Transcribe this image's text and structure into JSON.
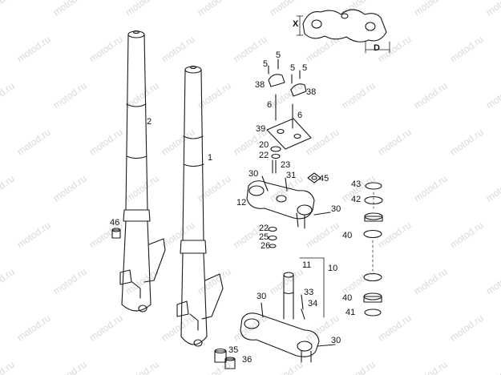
{
  "watermark": "motod.ru",
  "dimensions": {
    "x": "X",
    "d": "D"
  },
  "callouts": [
    {
      "id": "c1",
      "text": "1"
    },
    {
      "id": "c2",
      "text": "2"
    },
    {
      "id": "c46",
      "text": "46"
    },
    {
      "id": "c5a",
      "text": "5"
    },
    {
      "id": "c5b",
      "text": "5"
    },
    {
      "id": "c5c",
      "text": "5"
    },
    {
      "id": "c5d",
      "text": "5"
    },
    {
      "id": "c38a",
      "text": "38"
    },
    {
      "id": "c38b",
      "text": "38"
    },
    {
      "id": "c6a",
      "text": "6"
    },
    {
      "id": "c6b",
      "text": "6"
    },
    {
      "id": "c39",
      "text": "39"
    },
    {
      "id": "c20",
      "text": "20"
    },
    {
      "id": "c22a",
      "text": "22"
    },
    {
      "id": "c23",
      "text": "23"
    },
    {
      "id": "c30a",
      "text": "30"
    },
    {
      "id": "c31",
      "text": "31"
    },
    {
      "id": "c45",
      "text": "45"
    },
    {
      "id": "c12",
      "text": "12"
    },
    {
      "id": "c30b",
      "text": "30"
    },
    {
      "id": "c22b",
      "text": "22"
    },
    {
      "id": "c25",
      "text": "25"
    },
    {
      "id": "c26",
      "text": "26"
    },
    {
      "id": "c43",
      "text": "43"
    },
    {
      "id": "c42",
      "text": "42"
    },
    {
      "id": "c40a",
      "text": "40"
    },
    {
      "id": "c11",
      "text": "11"
    },
    {
      "id": "c10",
      "text": "10"
    },
    {
      "id": "c33",
      "text": "33"
    },
    {
      "id": "c34",
      "text": "34"
    },
    {
      "id": "c30c",
      "text": "30"
    },
    {
      "id": "c40b",
      "text": "40"
    },
    {
      "id": "c41",
      "text": "41"
    },
    {
      "id": "c30d",
      "text": "30"
    },
    {
      "id": "c35",
      "text": "35"
    },
    {
      "id": "c36",
      "text": "36"
    }
  ]
}
